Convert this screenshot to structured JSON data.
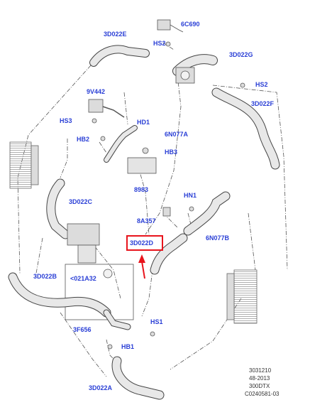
{
  "labels": {
    "l_6C690": "6C690",
    "l_3D022E": "3D022E",
    "l_HS2_top": "HS2",
    "l_3D022G": "3D022G",
    "l_HS2_right": "HS2",
    "l_9V442": "9V442",
    "l_3D022F": "3D022F",
    "l_HS3": "HS3",
    "l_HD1": "HD1",
    "l_HB2": "HB2",
    "l_6N077A": "6N077A",
    "l_HB3": "HB3",
    "l_8983": "8983",
    "l_HN1": "HN1",
    "l_3D022C": "3D022C",
    "l_8A357": "8A357",
    "l_6N077B": "6N077B",
    "l_3D022D": "3D022D",
    "l_3D022B": "3D022B",
    "l_021A32": "<021A32",
    "l_HS1": "HS1",
    "l_3F656": "3F656",
    "l_HB1": "HB1",
    "l_3D022A": "3D022A"
  },
  "footer": {
    "line1": "3031210",
    "line2": "48-2013",
    "line3": "300DTX",
    "line4": "C0240581-03"
  },
  "highlight": {
    "target": "3D022D",
    "color": "#e8141c"
  },
  "colors": {
    "label": "#2a3fd6",
    "line": "#444444",
    "part": "#e6e6e6"
  }
}
